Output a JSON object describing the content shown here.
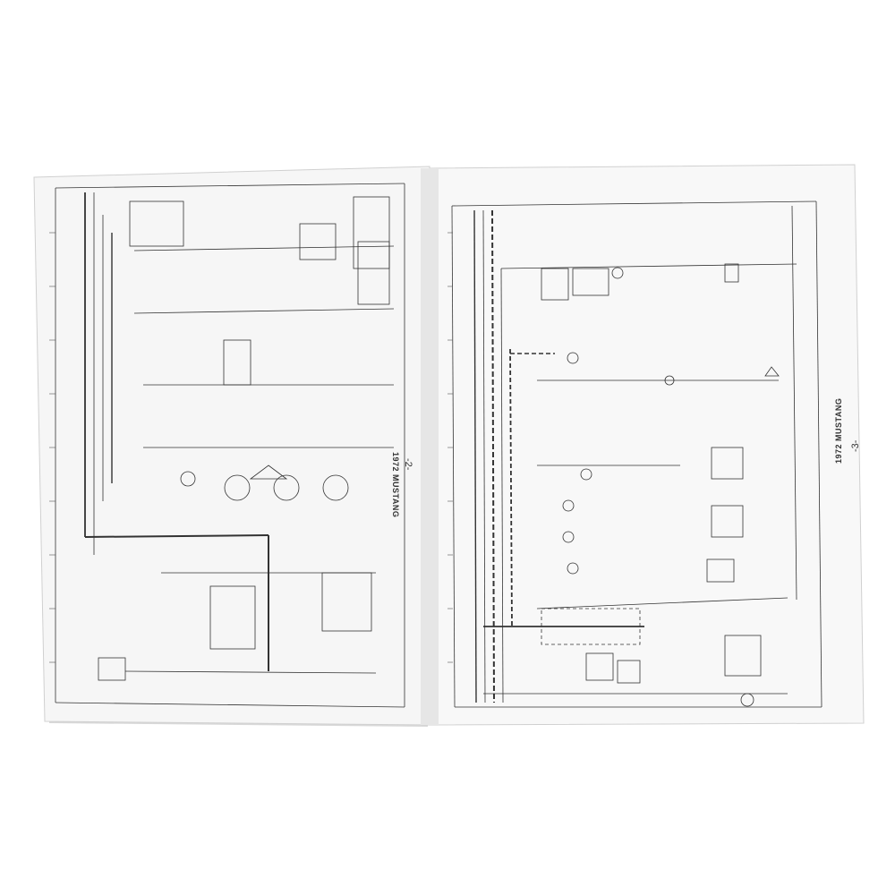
{
  "booklet": {
    "left_page": {
      "label": "1972 MUSTANG",
      "page_number": "-2-"
    },
    "right_page": {
      "label": "1972 MUSTANG",
      "page_number": "-3-"
    }
  },
  "colors": {
    "paper": "#f7f7f7",
    "ink": "#2a2a2a",
    "background": "#ffffff"
  }
}
